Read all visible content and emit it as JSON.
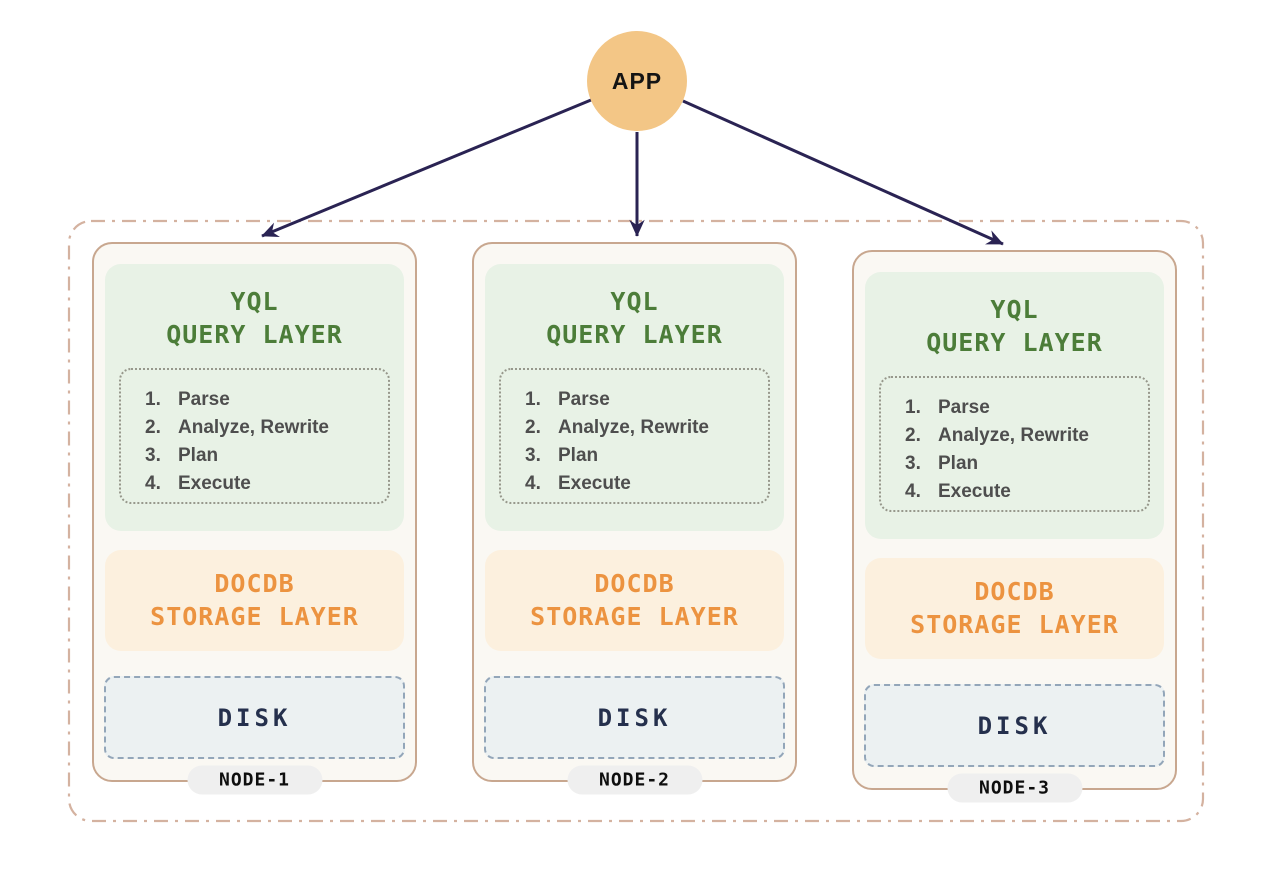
{
  "app": {
    "label": "APP"
  },
  "cluster": {
    "nodes": [
      {
        "label": "NODE-1",
        "query_layer": {
          "title_line1": "YQL",
          "title_line2": "QUERY LAYER",
          "steps": [
            {
              "num": "1.",
              "label": "Parse"
            },
            {
              "num": "2.",
              "label": "Analyze, Rewrite"
            },
            {
              "num": "3.",
              "label": "Plan"
            },
            {
              "num": "4.",
              "label": "Execute"
            }
          ]
        },
        "storage_layer": {
          "title_line1": "DOCDB",
          "title_line2": "STORAGE LAYER"
        },
        "disk": {
          "label": "DISK"
        }
      },
      {
        "label": "NODE-2",
        "query_layer": {
          "title_line1": "YQL",
          "title_line2": "QUERY LAYER",
          "steps": [
            {
              "num": "1.",
              "label": "Parse"
            },
            {
              "num": "2.",
              "label": "Analyze, Rewrite"
            },
            {
              "num": "3.",
              "label": "Plan"
            },
            {
              "num": "4.",
              "label": "Execute"
            }
          ]
        },
        "storage_layer": {
          "title_line1": "DOCDB",
          "title_line2": "STORAGE LAYER"
        },
        "disk": {
          "label": "DISK"
        }
      },
      {
        "label": "NODE-3",
        "query_layer": {
          "title_line1": "YQL",
          "title_line2": "QUERY LAYER",
          "steps": [
            {
              "num": "1.",
              "label": "Parse"
            },
            {
              "num": "2.",
              "label": "Analyze, Rewrite"
            },
            {
              "num": "3.",
              "label": "Plan"
            },
            {
              "num": "4.",
              "label": "Execute"
            }
          ]
        },
        "storage_layer": {
          "title_line1": "DOCDB",
          "title_line2": "STORAGE LAYER"
        },
        "disk": {
          "label": "DISK"
        }
      }
    ]
  },
  "colors": {
    "app_fill": "#F3C686",
    "arrow": "#2A2353",
    "cluster_border": "#D4B2A0",
    "card_bg": "#FAF8F3",
    "card_border": "#C8A78F",
    "query_bg": "#E8F2E6",
    "query_text": "#4C7D39",
    "storage_bg": "#FCF0DE",
    "storage_text": "#EC9340",
    "disk_bg": "#ECF1F2",
    "disk_border": "#93A6B9",
    "disk_text": "#25304D",
    "steps_text": "#4E4E4E",
    "pill_bg": "#EFEFEF"
  }
}
